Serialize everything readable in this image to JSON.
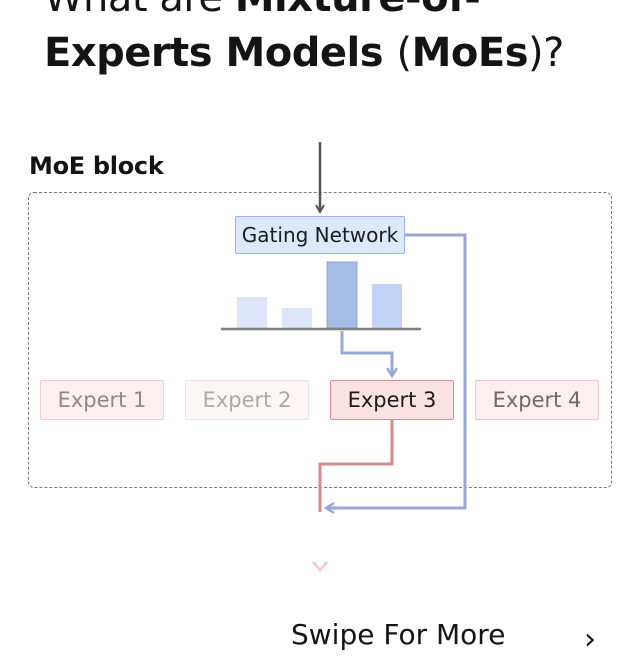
{
  "title": {
    "line1_plain": "What are ",
    "line1_bold": "Mixture-of-",
    "line2_bold_a": "Experts Models ",
    "line2_paren_open": "(",
    "line2_bold_b": "MoEs",
    "line2_paren_close": ")?"
  },
  "diagram": {
    "block_label": "MoE block",
    "gating_label": "Gating Network",
    "gate_weights": [
      {
        "expert": "Expert 1",
        "weight": 0.47
      },
      {
        "expert": "Expert 2",
        "weight": 0.31
      },
      {
        "expert": "Expert 3",
        "weight": 1.0
      },
      {
        "expert": "Expert 4",
        "weight": 0.67
      }
    ],
    "selected_expert": "Expert 3",
    "experts": [
      "Expert 1",
      "Expert 2",
      "Expert 3",
      "Expert 4"
    ],
    "colors": {
      "input_arrow": "#555555",
      "routing": "#97a8d6",
      "expert_output": "#d58a8a",
      "bar_selected": "#a6bde6",
      "bar_other": "#dde6f9"
    }
  },
  "footer": {
    "swipe_label": "Swipe For More",
    "arrow_icon": "chevron-right-icon"
  }
}
